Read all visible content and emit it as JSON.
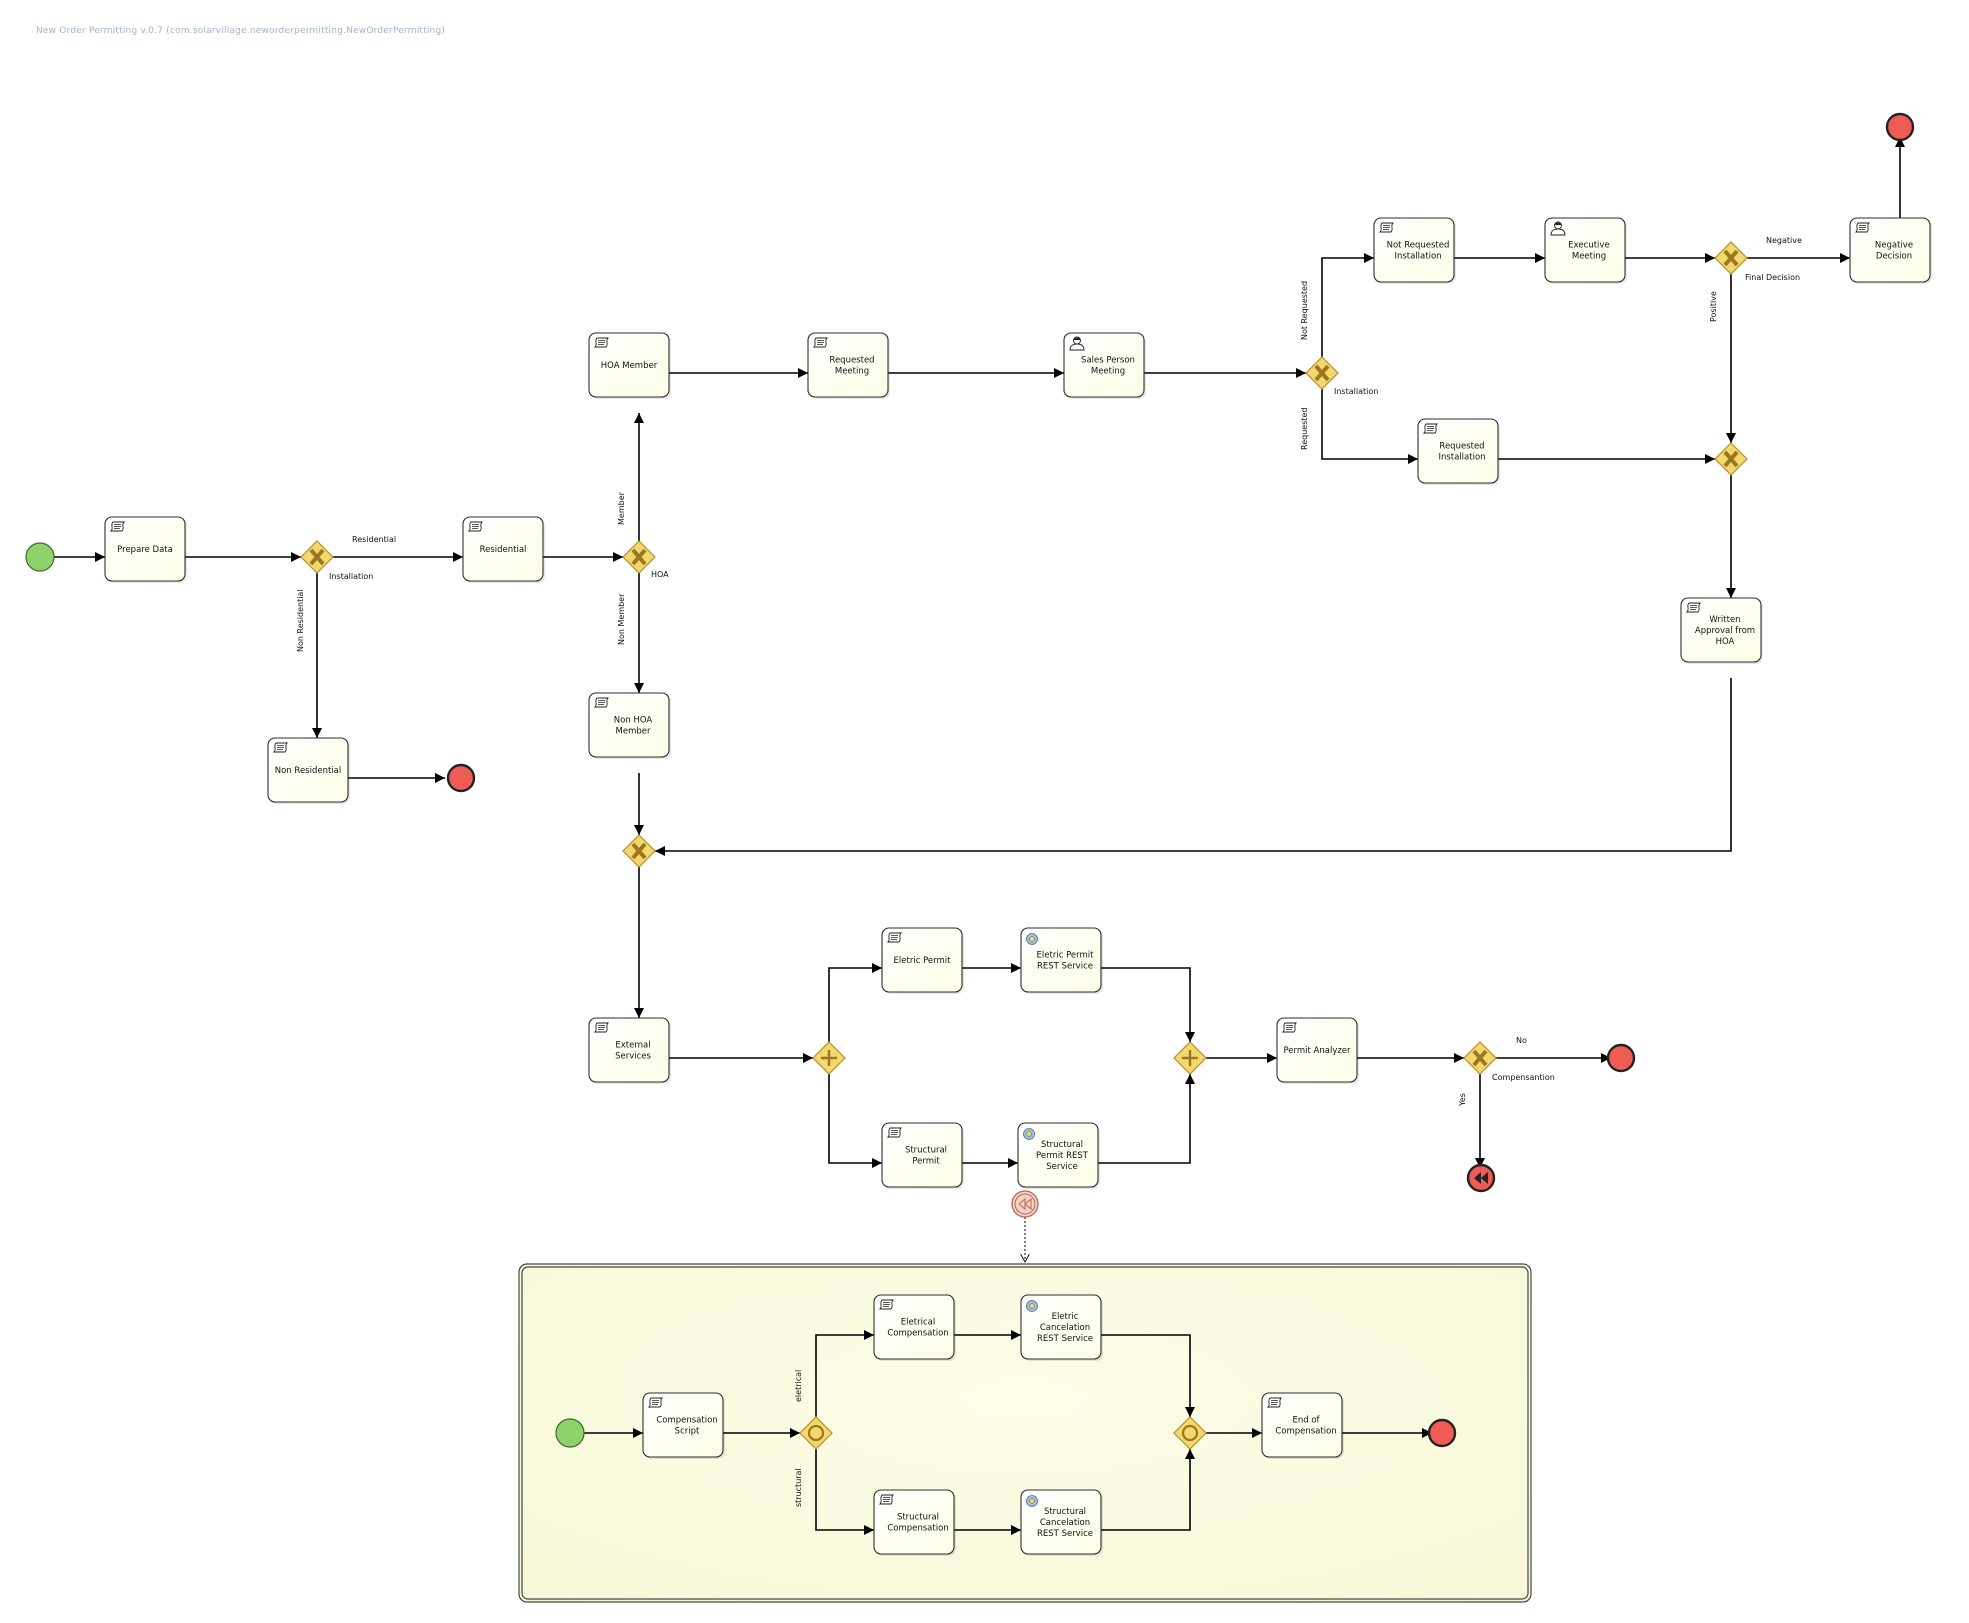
{
  "process_title": "New Order Permitting v.0.7 (com.solarvillage.neworderpermitting.NewOrderPermitting)",
  "colors": {
    "task_fill": "#fdfde6",
    "task_stroke": "#2e2e2e",
    "gateway_fill": "#f3d86f",
    "gateway_stroke": "#b48e27",
    "start_fill": "#8fd16b",
    "end_fill": "#ef5c56",
    "subprocess_fill": "#f7f7d6",
    "edge": "#000000"
  },
  "nodes": [
    {
      "id": "start1",
      "type": "start"
    },
    {
      "id": "prepare_data",
      "type": "task",
      "icon": "script",
      "lines": [
        "Prepare Data"
      ]
    },
    {
      "id": "gw_installation",
      "type": "gateway-xor",
      "label": "Installation"
    },
    {
      "id": "residential",
      "type": "task",
      "icon": "script",
      "lines": [
        "Residential"
      ]
    },
    {
      "id": "non_residential",
      "type": "task",
      "icon": "script",
      "lines": [
        "Non Residential"
      ]
    },
    {
      "id": "end_nonres",
      "type": "end"
    },
    {
      "id": "gw_hoa",
      "type": "gateway-xor",
      "label": "HOA"
    },
    {
      "id": "hoa_member",
      "type": "task",
      "icon": "script",
      "lines": [
        "HOA Member"
      ]
    },
    {
      "id": "non_hoa_member",
      "type": "task",
      "icon": "script",
      "lines": [
        "Non HOA",
        "Member"
      ]
    },
    {
      "id": "requested_meeting",
      "type": "task",
      "icon": "script",
      "lines": [
        "Requested",
        "Meeting"
      ]
    },
    {
      "id": "sales_person_meeting",
      "type": "task",
      "icon": "user",
      "lines": [
        "Sales Person",
        "Meeting"
      ]
    },
    {
      "id": "gw_req_install",
      "type": "gateway-xor",
      "label": "Installation"
    },
    {
      "id": "not_requested_installation",
      "type": "task",
      "icon": "script",
      "lines": [
        "Not Requested",
        "Installation"
      ]
    },
    {
      "id": "requested_installation",
      "type": "task",
      "icon": "script",
      "lines": [
        "Requested",
        "Installation"
      ]
    },
    {
      "id": "executive_meeting",
      "type": "task",
      "icon": "user",
      "lines": [
        "Executive",
        "Meeting"
      ]
    },
    {
      "id": "gw_final",
      "type": "gateway-xor",
      "label": "Final Decision"
    },
    {
      "id": "negative_decision",
      "type": "task",
      "icon": "script",
      "lines": [
        "Negative",
        "Decision"
      ]
    },
    {
      "id": "end_negative",
      "type": "end"
    },
    {
      "id": "gw_merge_install",
      "type": "gateway-xor",
      "label": ""
    },
    {
      "id": "written_approval",
      "type": "task",
      "icon": "script",
      "lines": [
        "Written",
        "Approval from",
        "HOA"
      ]
    },
    {
      "id": "gw_merge_hoa",
      "type": "gateway-xor",
      "label": ""
    },
    {
      "id": "external_services",
      "type": "task",
      "icon": "script",
      "lines": [
        "External",
        "Services"
      ]
    },
    {
      "id": "gw_split_par",
      "type": "gateway-and",
      "label": ""
    },
    {
      "id": "eletric_permit",
      "type": "task",
      "icon": "script",
      "lines": [
        "Eletric Permit"
      ]
    },
    {
      "id": "eletric_permit_rest",
      "type": "task",
      "icon": "service",
      "lines": [
        "Eletric Permit",
        "REST Service"
      ]
    },
    {
      "id": "structural_permit",
      "type": "task",
      "icon": "script",
      "lines": [
        "Structural",
        "Permit"
      ]
    },
    {
      "id": "structural_permit_rest",
      "type": "task",
      "icon": "service",
      "lines": [
        "Structural",
        "Permit REST",
        "Service"
      ]
    },
    {
      "id": "gw_join_par",
      "type": "gateway-and",
      "label": ""
    },
    {
      "id": "permit_analyzer",
      "type": "task",
      "icon": "script",
      "lines": [
        "Permit Analyzer"
      ]
    },
    {
      "id": "gw_compensation",
      "type": "gateway-xor",
      "label": "Compensantion"
    },
    {
      "id": "end_no_comp",
      "type": "end"
    },
    {
      "id": "end_compensate",
      "type": "end-compensate"
    },
    {
      "id": "boundary_comp",
      "type": "boundary-compensate"
    },
    {
      "id": "comp_start",
      "type": "start"
    },
    {
      "id": "compensation_script",
      "type": "task",
      "icon": "script",
      "lines": [
        "Compensation",
        "Script"
      ]
    },
    {
      "id": "gw_comp_split",
      "type": "gateway-or",
      "label": ""
    },
    {
      "id": "eletrical_compensation",
      "type": "task",
      "icon": "script",
      "lines": [
        "Eletrical",
        "Compensation"
      ]
    },
    {
      "id": "eletric_cancelation_rest",
      "type": "task",
      "icon": "service",
      "lines": [
        "Eletric",
        "Cancelation",
        "REST Service"
      ]
    },
    {
      "id": "structural_compensation",
      "type": "task",
      "icon": "script",
      "lines": [
        "Structural",
        "Compensation"
      ]
    },
    {
      "id": "structural_cancelation_rest",
      "type": "task",
      "icon": "service",
      "lines": [
        "Structural",
        "Cancelation",
        "REST Service"
      ]
    },
    {
      "id": "gw_comp_join",
      "type": "gateway-or",
      "label": ""
    },
    {
      "id": "end_of_compensation",
      "type": "task",
      "icon": "script",
      "lines": [
        "End of",
        "Compensation"
      ]
    },
    {
      "id": "comp_end",
      "type": "end"
    }
  ],
  "edge_labels": [
    {
      "id": "residential",
      "text": "Residential"
    },
    {
      "id": "non_residential",
      "text": "Non Residential"
    },
    {
      "id": "member",
      "text": "Member"
    },
    {
      "id": "non_member",
      "text": "Non Member"
    },
    {
      "id": "not_requested",
      "text": "Not Requested"
    },
    {
      "id": "requested",
      "text": "Requested"
    },
    {
      "id": "negative",
      "text": "Negative"
    },
    {
      "id": "positive",
      "text": "Positive"
    },
    {
      "id": "no",
      "text": "No"
    },
    {
      "id": "yes",
      "text": "Yes"
    },
    {
      "id": "eletrical",
      "text": "eletrical"
    },
    {
      "id": "structural",
      "text": "structural"
    }
  ]
}
